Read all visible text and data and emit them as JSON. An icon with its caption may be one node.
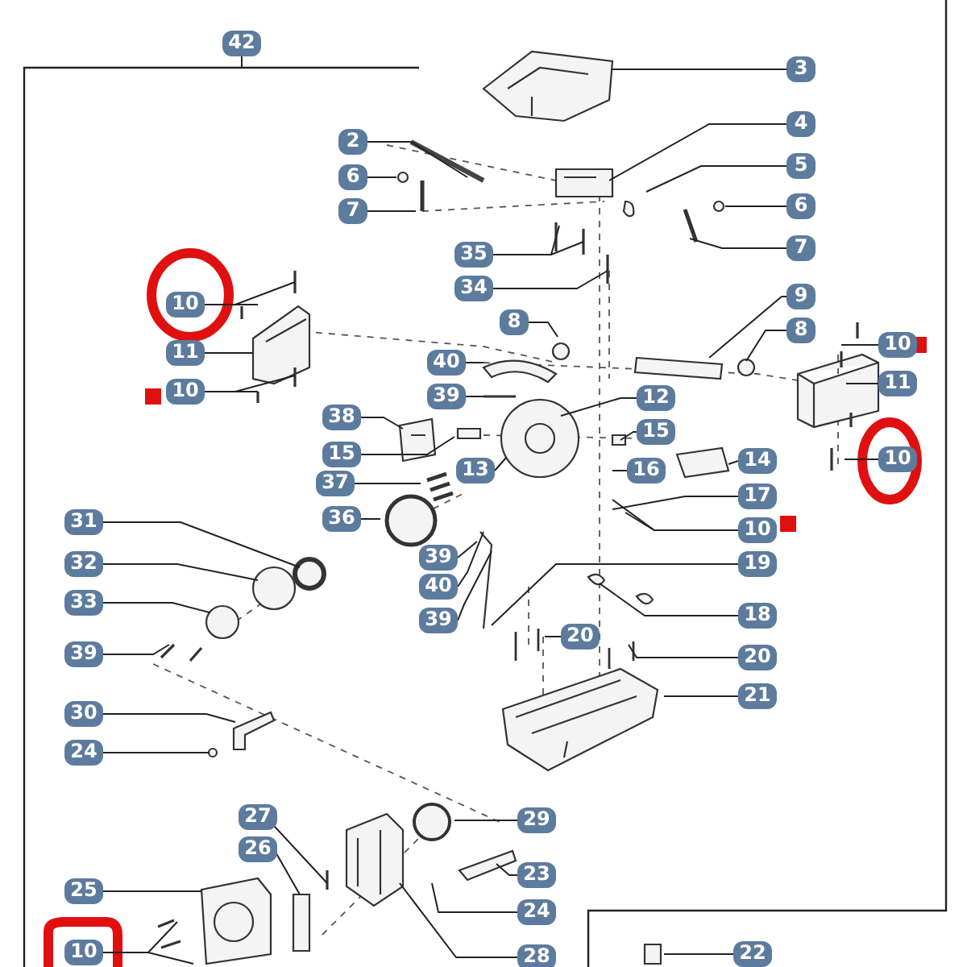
{
  "diagram": {
    "nodes": [
      {
        "text": [
          "42"
        ]
      },
      {
        "text": [
          "3"
        ]
      },
      {
        "text": [
          "4"
        ]
      },
      {
        "text": [
          "2"
        ]
      },
      {
        "text": [
          "5"
        ]
      },
      {
        "text": [
          "6"
        ]
      },
      {
        "text": [
          "6"
        ]
      },
      {
        "text": [
          "7"
        ]
      },
      {
        "text": [
          "7"
        ]
      },
      {
        "text": [
          "35"
        ]
      },
      {
        "text": [
          "34"
        ]
      },
      {
        "text": [
          "9"
        ]
      },
      {
        "text": [
          "10"
        ]
      },
      {
        "text": [
          "8"
        ]
      },
      {
        "text": [
          "8"
        ]
      },
      {
        "text": [
          "10"
        ]
      },
      {
        "text": [
          "11"
        ]
      },
      {
        "text": [
          "40"
        ]
      },
      {
        "text": [
          "11"
        ]
      },
      {
        "text": [
          "10"
        ]
      },
      {
        "text": [
          "39"
        ]
      },
      {
        "text": [
          "12"
        ]
      },
      {
        "text": [
          "38"
        ]
      },
      {
        "text": [
          "15"
        ]
      },
      {
        "text": [
          "15"
        ]
      },
      {
        "text": [
          "13"
        ]
      },
      {
        "text": [
          "14"
        ]
      },
      {
        "text": [
          "10"
        ]
      },
      {
        "text": [
          "16"
        ]
      },
      {
        "text": [
          "37"
        ]
      },
      {
        "text": [
          "17"
        ]
      },
      {
        "text": [
          "36"
        ]
      },
      {
        "text": [
          "31"
        ]
      },
      {
        "text": [
          "10"
        ]
      },
      {
        "text": [
          "39"
        ]
      },
      {
        "text": [
          "32"
        ]
      },
      {
        "text": [
          "19"
        ]
      },
      {
        "text": [
          "40"
        ]
      },
      {
        "text": [
          "33"
        ]
      },
      {
        "text": [
          "18"
        ]
      },
      {
        "text": [
          "39"
        ]
      },
      {
        "text": [
          "20"
        ]
      },
      {
        "text": [
          "39"
        ]
      },
      {
        "text": [
          "20"
        ]
      },
      {
        "text": [
          "21"
        ]
      },
      {
        "text": [
          "30"
        ]
      },
      {
        "text": [
          "24"
        ]
      },
      {
        "text": [
          "27"
        ]
      },
      {
        "text": [
          "29"
        ]
      },
      {
        "text": [
          "26"
        ]
      },
      {
        "text": [
          "23"
        ]
      },
      {
        "text": [
          "25"
        ]
      },
      {
        "text": [
          "24"
        ]
      },
      {
        "text": [
          "10"
        ]
      },
      {
        "text": [
          "22"
        ]
      },
      {
        "text": [
          "28"
        ]
      }
    ],
    "edges": [
      {
        "from": 0,
        "to": null,
        "arrow": "none"
      },
      {
        "from": 1,
        "to": null,
        "arrow": "none"
      },
      {
        "from": 2,
        "to": null,
        "arrow": "none"
      },
      {
        "from": 3,
        "to": null,
        "arrow": "none"
      },
      {
        "from": 4,
        "to": null,
        "arrow": "none"
      },
      {
        "from": 5,
        "to": null,
        "arrow": "none"
      },
      {
        "from": 6,
        "to": null,
        "arrow": "none"
      },
      {
        "from": 7,
        "to": null,
        "arrow": "none"
      },
      {
        "from": 8,
        "to": null,
        "arrow": "none"
      },
      {
        "from": 9,
        "to": null,
        "arrow": "none"
      },
      {
        "from": 9,
        "to": null,
        "arrow": "none"
      },
      {
        "from": 10,
        "to": null,
        "arrow": "none"
      },
      {
        "from": 11,
        "to": null,
        "arrow": "none"
      },
      {
        "from": 12,
        "to": null,
        "arrow": "none"
      },
      {
        "from": 12,
        "to": null,
        "arrow": "none"
      },
      {
        "from": 13,
        "to": null,
        "arrow": "none"
      },
      {
        "from": 14,
        "to": null,
        "arrow": "none"
      },
      {
        "from": 15,
        "to": null,
        "arrow": "none"
      },
      {
        "from": 16,
        "to": null,
        "arrow": "none"
      },
      {
        "from": 17,
        "to": null,
        "arrow": "none"
      },
      {
        "from": 18,
        "to": null,
        "arrow": "none"
      },
      {
        "from": 19,
        "to": null,
        "arrow": "none"
      },
      {
        "from": 19,
        "to": null,
        "arrow": "none"
      },
      {
        "from": 20,
        "to": null,
        "arrow": "none"
      },
      {
        "from": 21,
        "to": null,
        "arrow": "none"
      },
      {
        "from": 22,
        "to": null,
        "arrow": "none"
      },
      {
        "from": 23,
        "to": null,
        "arrow": "none"
      },
      {
        "from": 24,
        "to": null,
        "arrow": "none"
      },
      {
        "from": 25,
        "to": null,
        "arrow": "none"
      },
      {
        "from": 26,
        "to": null,
        "arrow": "none"
      },
      {
        "from": 27,
        "to": null,
        "arrow": "none"
      },
      {
        "from": 28,
        "to": null,
        "arrow": "none"
      },
      {
        "from": 29,
        "to": null,
        "arrow": "none"
      },
      {
        "from": 30,
        "to": null,
        "arrow": "none"
      },
      {
        "from": 31,
        "to": null,
        "arrow": "none"
      },
      {
        "from": 32,
        "to": null,
        "arrow": "none"
      },
      {
        "from": 33,
        "to": null,
        "arrow": "none"
      },
      {
        "from": 33,
        "to": null,
        "arrow": "none"
      },
      {
        "from": 34,
        "to": null,
        "arrow": "none"
      },
      {
        "from": 35,
        "to": null,
        "arrow": "none"
      },
      {
        "from": 36,
        "to": null,
        "arrow": "none"
      },
      {
        "from": 37,
        "to": null,
        "arrow": "none"
      },
      {
        "from": 38,
        "to": null,
        "arrow": "none"
      },
      {
        "from": 39,
        "to": null,
        "arrow": "none"
      },
      {
        "from": 40,
        "to": null,
        "arrow": "none"
      },
      {
        "from": 41,
        "to": null,
        "arrow": "none"
      },
      {
        "from": 42,
        "to": null,
        "arrow": "none"
      },
      {
        "from": 43,
        "to": null,
        "arrow": "none"
      },
      {
        "from": 44,
        "to": null,
        "arrow": "none"
      },
      {
        "from": 45,
        "to": null,
        "arrow": "none"
      },
      {
        "from": 46,
        "to": null,
        "arrow": "none"
      },
      {
        "from": 47,
        "to": null,
        "arrow": "none"
      },
      {
        "from": 48,
        "to": null,
        "arrow": "none"
      },
      {
        "from": 49,
        "to": null,
        "arrow": "none"
      },
      {
        "from": 50,
        "to": null,
        "arrow": "none"
      },
      {
        "from": 51,
        "to": null,
        "arrow": "none"
      },
      {
        "from": 52,
        "to": null,
        "arrow": "none"
      },
      {
        "from": 53,
        "to": null,
        "arrow": "none"
      },
      {
        "from": 53,
        "to": null,
        "arrow": "none"
      },
      {
        "from": 54,
        "to": null,
        "arrow": "none"
      },
      {
        "from": 55,
        "to": null,
        "arrow": "none"
      }
    ]
  }
}
